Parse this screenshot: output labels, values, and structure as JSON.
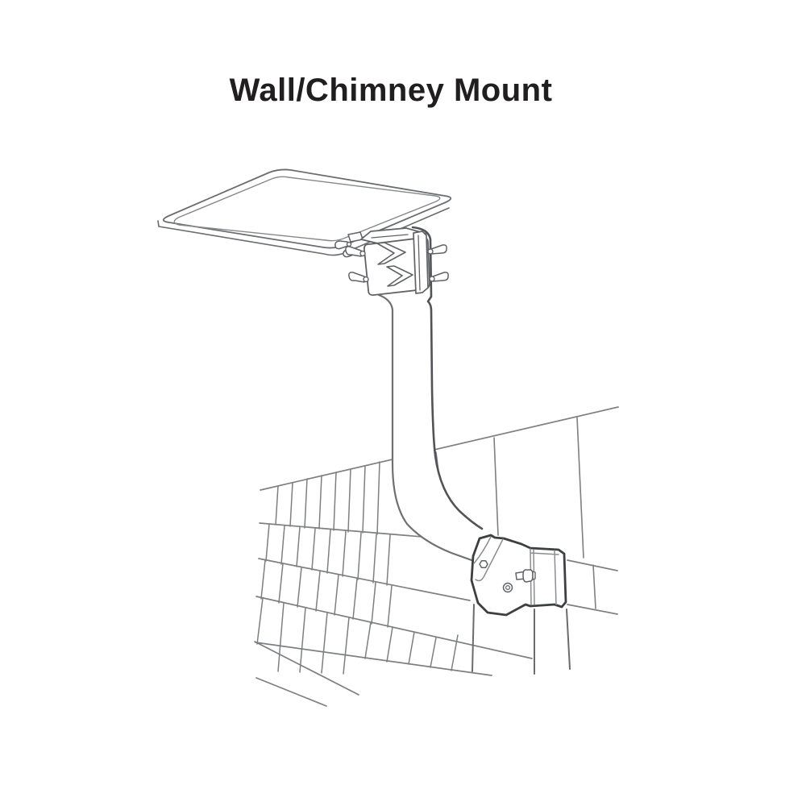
{
  "title": {
    "text": "Wall/Chimney Mount",
    "color": "#211e1f"
  },
  "illustration": {
    "parts": [
      "antenna-panel",
      "mast-clamp-bracket",
      "mast-pole",
      "wall-bracket-plate",
      "mounting-flange",
      "brick-wall"
    ],
    "colors": {
      "wall": "#7d7f82",
      "wall_dark": "#6a6c6e",
      "pole": "#6e7073",
      "pole_dark": "#515356",
      "panel": "#6a6c6f",
      "panel_inner": "#85878a",
      "bracket": "#616366",
      "plate_outline": "#3d3f41",
      "detail_light": "#8b8d90",
      "background": "#ffffff"
    }
  }
}
